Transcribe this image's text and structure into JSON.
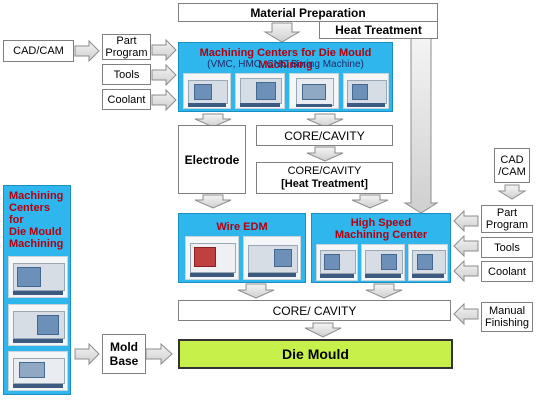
{
  "top": {
    "material_preparation": "Material Preparation",
    "heat_treatment": "Heat Treatment"
  },
  "left_inputs": {
    "cad_cam": "CAD/CAM",
    "part_program": "Part\nProgram",
    "tools": "Tools",
    "coolant": "Coolant"
  },
  "machining_centers_panel": {
    "title": "Machining Centers for Die Mould Machining",
    "subtitle": "(VMC, HMC, CNC Boring Machine)"
  },
  "electrode": "Electrode",
  "core_cavity_1": "CORE/CAVITY",
  "core_cavity_ht_line1": "CORE/CAVITY",
  "core_cavity_ht_line2": "[Heat Treatment]",
  "wire_edm": "Wire EDM",
  "high_speed": "High Speed\nMachining Center",
  "right_inputs": {
    "cad_cam": "CAD\n/CAM",
    "part_program": "Part\nProgram",
    "tools": "Tools",
    "coolant": "Coolant",
    "manual_finishing": "Manual\nFinishing"
  },
  "core_cavity_2": "CORE/ CAVITY",
  "side_panel_title": "Machining\nCenters\nfor\nDie Mould\nMachining",
  "mold_base": "Mold\nBase",
  "die_mould": "Die Mould",
  "colors": {
    "panel_blue": "#2fb6ec",
    "title_red": "#b5000f",
    "die_mould_fill": "#c8f04a",
    "arrow_fill": "#e6e6e6"
  }
}
